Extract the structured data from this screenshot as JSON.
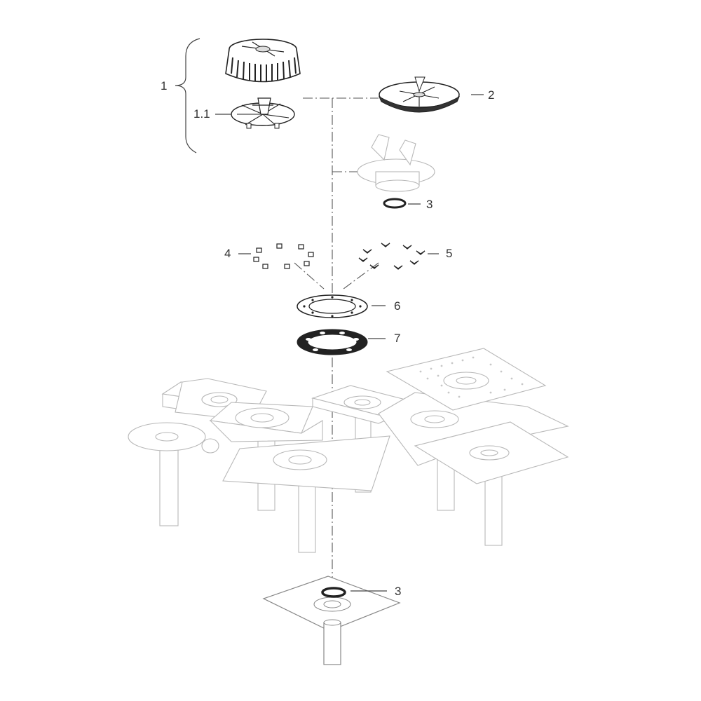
{
  "callouts": {
    "c1": "1",
    "c1_1": "1.1",
    "c2": "2",
    "c3_top": "3",
    "c4": "4",
    "c5": "5",
    "c6": "6",
    "c7": "7",
    "c3_bottom": "3"
  },
  "colors": {
    "line": "#222222",
    "ghost": "#b8b8b8",
    "label": "#333333"
  }
}
